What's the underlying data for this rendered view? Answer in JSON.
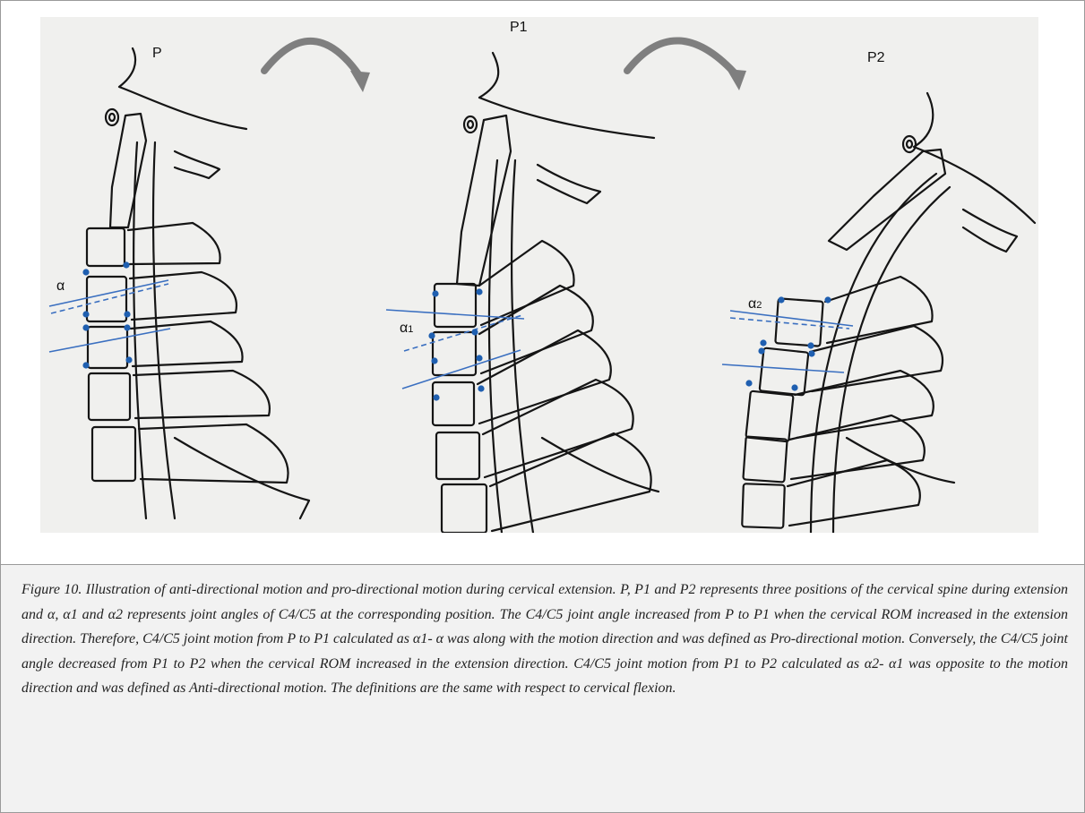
{
  "figure": {
    "position_labels": [
      "P",
      "P1",
      "P2"
    ],
    "angle_labels": [
      {
        "base": "α",
        "sub": ""
      },
      {
        "base": "α",
        "sub": "1"
      },
      {
        "base": "α",
        "sub": "2"
      }
    ],
    "colors": {
      "line": "#3a6fc0",
      "dot": "#1f5fb0",
      "arrow": "#7f7f7f",
      "ink": "#151515",
      "panel": "#f0f0ee"
    }
  },
  "caption": {
    "text": "Figure 10. Illustration of anti-directional motion and pro-directional motion during cervical extension. P, P1 and P2 represents three positions of the cervical spine during extension and α, α1 and α2 represents joint angles of C4/C5 at the corresponding position. The C4/C5 joint angle increased from P to P1 when the cervical ROM increased in the extension direction. Therefore, C4/C5 joint motion from P to P1 calculated as α1- α was along with the motion direction and was defined as Pro-directional motion. Conversely, the C4/C5 joint angle decreased from P1 to P2 when the cervical ROM increased in the extension direction. C4/C5 joint motion from P1 to P2 calculated as α2- α1 was opposite to the motion direction and was defined as Anti-directional motion. The definitions are the same with respect to cervical flexion."
  }
}
